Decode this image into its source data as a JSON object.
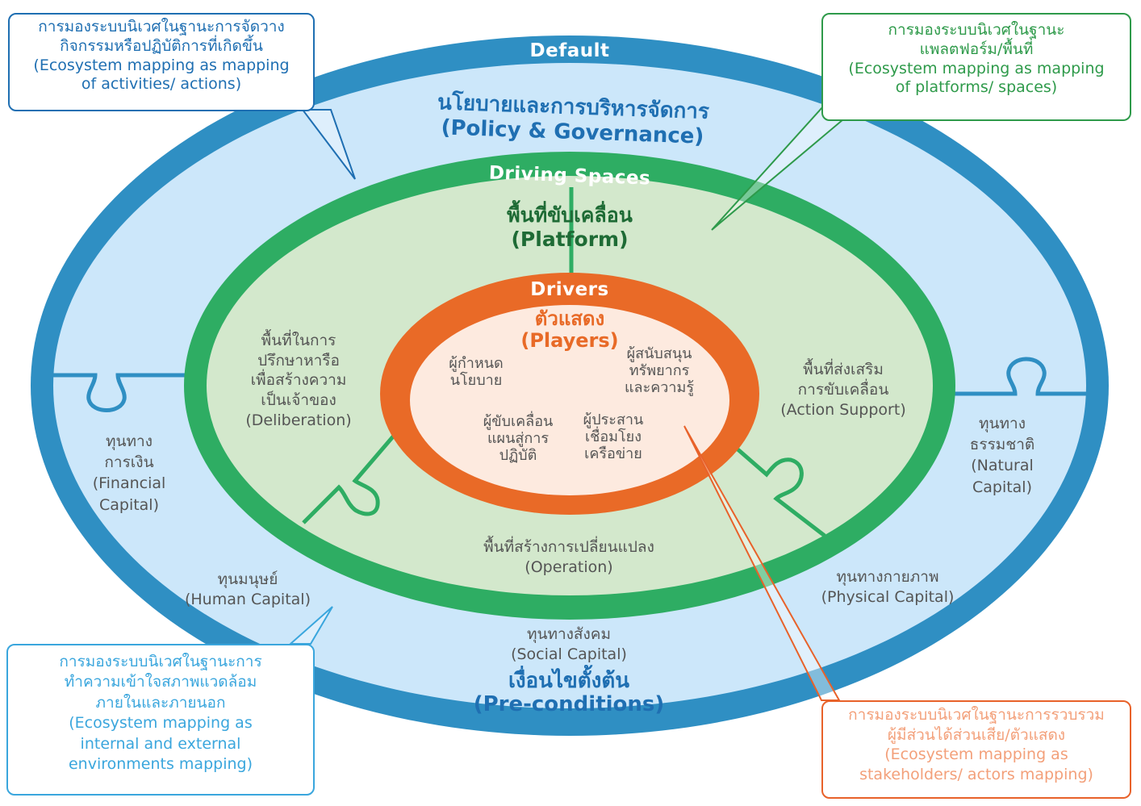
{
  "colors": {
    "outer_ring": "#2f8fc3",
    "outer_fill": "#cce7fa",
    "middle_ring": "#2ead63",
    "middle_fill": "#d3e8cc",
    "inner_ring": "#e96a27",
    "inner_fill": "#fdeadf",
    "callout_blue": "#1f6fb2",
    "callout_green": "#2e9a4a",
    "callout_cyan": "#3aa6dd",
    "callout_orange": "#e8622a"
  },
  "rings": {
    "outer": {
      "band_title": "Default",
      "heading_thai": "นโยบายและการบริหารจัดการ",
      "heading_en": "(Policy & Governance)",
      "footer_thai": "เงื่อนไขตั้งต้น",
      "footer_en": "(Pre-conditions)"
    },
    "middle": {
      "band_title": "Driving Spaces",
      "heading_thai": "พื้นที่ขับเคลื่อน",
      "heading_en": "(Platform)"
    },
    "inner": {
      "band_title": "Drivers",
      "heading_thai": "ตัวแสดง",
      "heading_en": "(Players)"
    }
  },
  "players": [
    {
      "lines": [
        "ผู้กำหนด",
        "นโยบาย"
      ]
    },
    {
      "lines": [
        "ผู้สนับสนุน",
        "ทรัพยากร",
        "และความรู้"
      ]
    },
    {
      "lines": [
        "ผู้ขับเคลื่อน",
        "แผนสู่การ",
        "ปฏิบัติ"
      ]
    },
    {
      "lines": [
        "ผู้ประสาน",
        "เชื่อมโยง",
        "เครือข่าย"
      ]
    }
  ],
  "spaces": {
    "deliberation": [
      "พื้นที่ในการ",
      "ปรึกษาหารือ",
      "เพื่อสร้างความ",
      "เป็นเจ้าของ",
      "(Deliberation)"
    ],
    "action_support": [
      "พื้นที่ส่งเสริม",
      "การขับเคลื่อน",
      "(Action Support)"
    ],
    "operation": [
      "พื้นที่สร้างการเปลี่ยนแปลง",
      "(Operation)"
    ]
  },
  "capitals": {
    "financial": [
      "ทุนทาง",
      "การเงิน",
      "(Financial",
      "Capital)"
    ],
    "natural": [
      "ทุนทาง",
      "ธรรมชาติ",
      "(Natural",
      "Capital)"
    ],
    "human": [
      "ทุนมนุษย์",
      "(Human Capital)"
    ],
    "physical": [
      "ทุนทางกายภาพ",
      "(Physical Capital)"
    ],
    "social": [
      "ทุนทางสังคม",
      "(Social Capital)"
    ]
  },
  "callouts": {
    "activities": [
      "การมองระบบนิเวศในฐานะการจัดวาง",
      "กิจกรรมหรือปฏิบัติการที่เกิดขึ้น",
      "(Ecosystem mapping as mapping",
      "of activities/ actions)"
    ],
    "platforms": [
      "การมองระบบนิเวศในฐานะ",
      "แพลตฟอร์ม/พื้นที่",
      "(Ecosystem mapping as mapping",
      "of platforms/ spaces)"
    ],
    "environments": [
      "การมองระบบนิเวศในฐานะการ",
      "ทำความเข้าใจสภาพแวดล้อม",
      "ภายในและภายนอก",
      "(Ecosystem mapping as",
      "internal and external",
      "environments mapping)"
    ],
    "stakeholders": [
      "การมองระบบนิเวศในฐานะการรวบรวม",
      "ผู้มีส่วนได้ส่วนเสีย/ตัวแสดง",
      "(Ecosystem mapping as",
      "stakeholders/ actors mapping)"
    ]
  }
}
